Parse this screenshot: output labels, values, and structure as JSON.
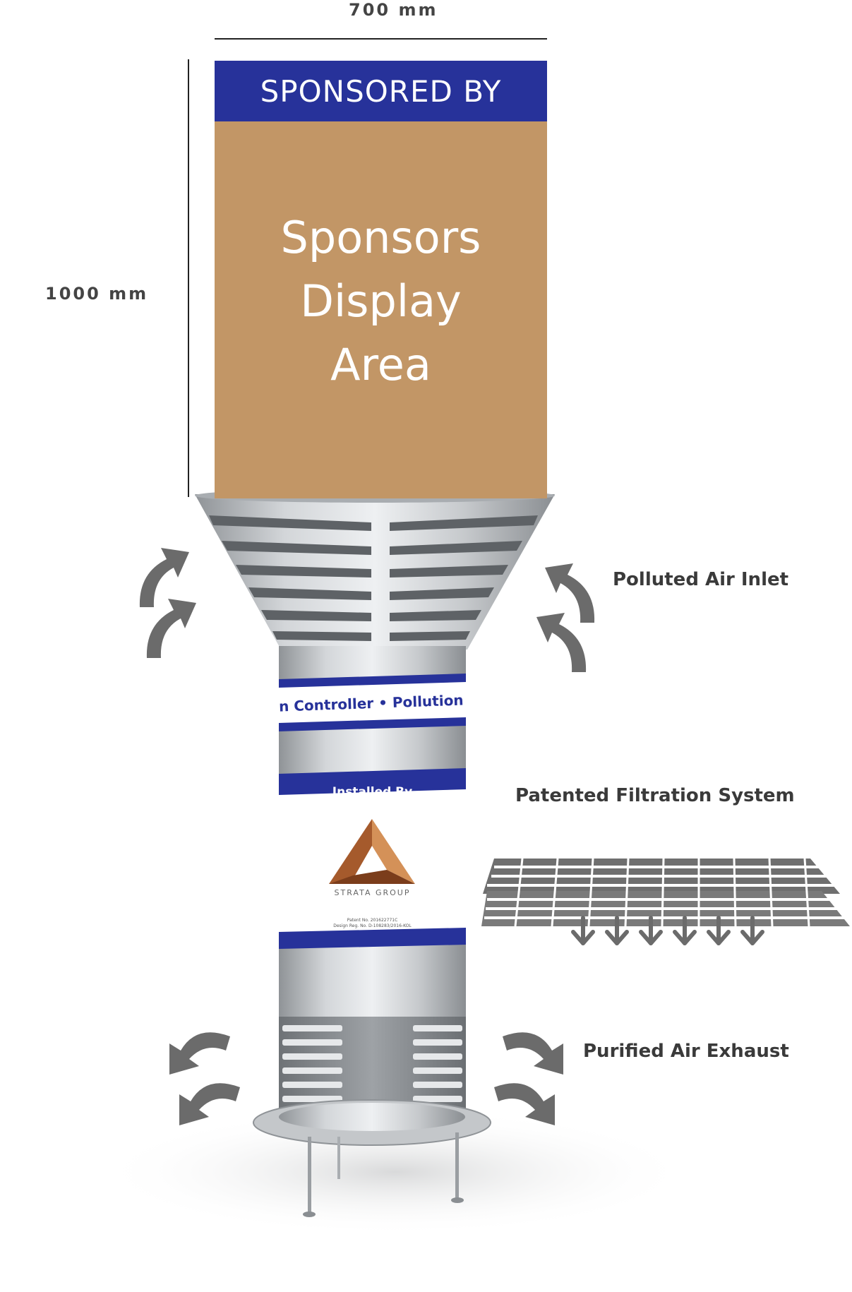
{
  "dimensions": {
    "width_label": "700 mm",
    "height_label": "1000 mm"
  },
  "sign": {
    "header": "SPONSORED BY",
    "body_lines": [
      "Sponsors",
      "Display",
      "Area"
    ],
    "header_color": "#27329a",
    "panel_color": "#c29666"
  },
  "unit": {
    "band_text": "n Controller • Pollution Con",
    "installed_by": "Installed By",
    "company": "STRATA GROUP",
    "patent_lines": [
      "Patent No. 201622771C",
      "Design Reg. No. D-108283/2016-KOL"
    ],
    "band_color": "#27329a",
    "metal_color": "#b8bbbe"
  },
  "callouts": {
    "inlet": "Polluted Air Inlet",
    "filtration": "Patented Filtration System",
    "exhaust": "Purified Air Exhaust"
  },
  "icons": [
    "curved-arrow-icon",
    "filter-mesh-icon",
    "down-arrow-icon",
    "strata-logo-icon"
  ]
}
